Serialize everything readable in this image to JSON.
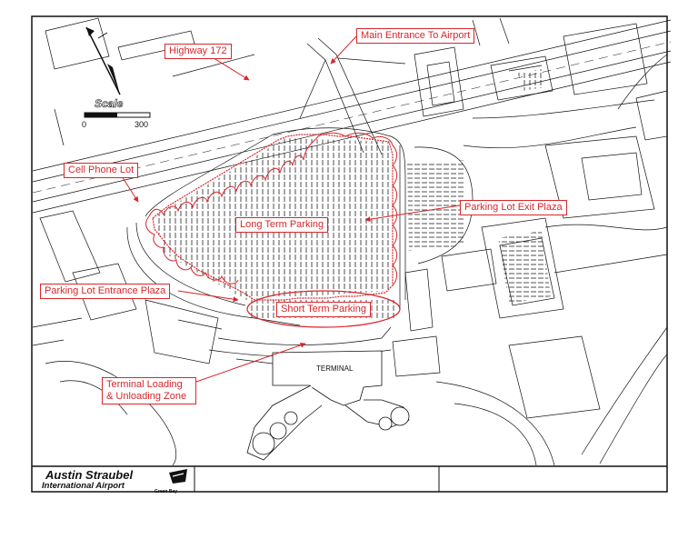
{
  "map": {
    "labels": {
      "highway": "Highway 172",
      "main_entrance": "Main Entrance To Airport",
      "cell_phone_lot": "Cell Phone Lot",
      "exit_plaza": "Parking Lot Exit Plaza",
      "long_term": "Long Term Parking",
      "entrance_plaza": "Parking Lot Entrance Plaza",
      "short_term": "Short Term Parking",
      "loading_zone": "Terminal Loading & Unloading Zone",
      "terminal": "TERMINAL"
    },
    "scale": {
      "title": "Scale",
      "start": "0",
      "end": "300"
    }
  },
  "title_block": {
    "logo_line1": "Austin Straubel",
    "logo_line2": "International Airport",
    "logo_sub": "Green Bay"
  },
  "colors": {
    "annotation": "#d8262b",
    "linework": "#111111"
  }
}
